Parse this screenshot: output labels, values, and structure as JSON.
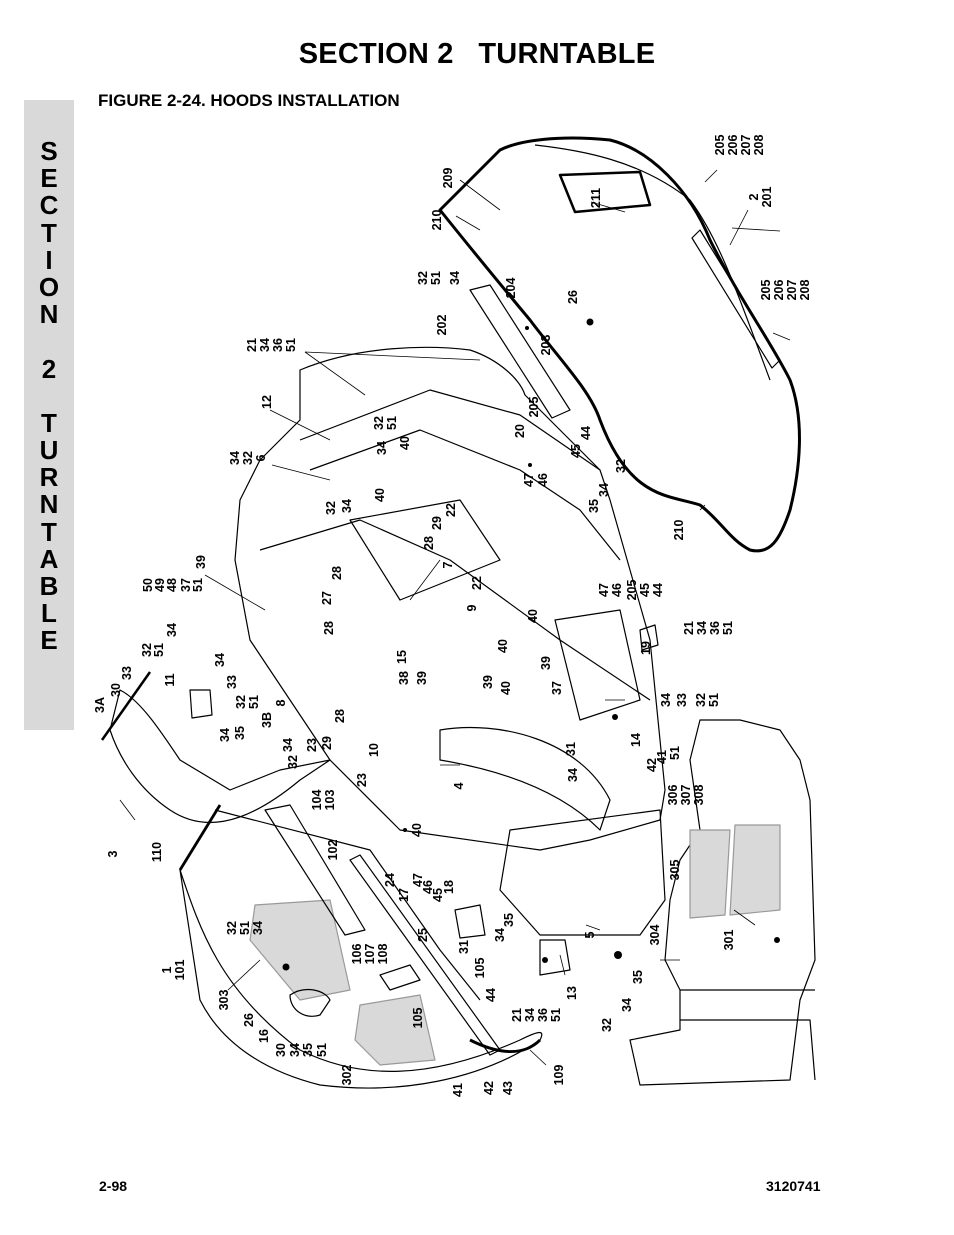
{
  "header": {
    "section_title": "SECTION 2   TURNTABLE"
  },
  "side_tab": {
    "letters": [
      "S",
      "E",
      "C",
      "T",
      "I",
      "O",
      "N",
      "",
      "2",
      "",
      "T",
      "U",
      "R",
      "N",
      "T",
      "A",
      "B",
      "L",
      "E"
    ]
  },
  "figure": {
    "title": "FIGURE 2-24.  HOODS INSTALLATION",
    "callouts": [
      {
        "id": "c209",
        "text": "209"
      },
      {
        "id": "c210a",
        "text": "210"
      },
      {
        "id": "c211",
        "text": "211"
      },
      {
        "id": "c205a",
        "text": "205"
      },
      {
        "id": "c206a",
        "text": "206"
      },
      {
        "id": "c207a",
        "text": "207"
      },
      {
        "id": "c208a",
        "text": "208"
      },
      {
        "id": "c2",
        "text": "2"
      },
      {
        "id": "c201",
        "text": "201"
      },
      {
        "id": "c205b",
        "text": "205"
      },
      {
        "id": "c206b",
        "text": "206"
      },
      {
        "id": "c207b",
        "text": "207"
      },
      {
        "id": "c208b",
        "text": "208"
      },
      {
        "id": "c26a",
        "text": "26"
      },
      {
        "id": "c204",
        "text": "204"
      },
      {
        "id": "c203",
        "text": "203"
      },
      {
        "id": "c202",
        "text": "202"
      },
      {
        "id": "c32a",
        "text": "32"
      },
      {
        "id": "c51a",
        "text": "51"
      },
      {
        "id": "c34a",
        "text": "34"
      },
      {
        "id": "c21a",
        "text": "21"
      },
      {
        "id": "c34b",
        "text": "34"
      },
      {
        "id": "c36a",
        "text": "36"
      },
      {
        "id": "c51b",
        "text": "51"
      },
      {
        "id": "c12",
        "text": "12"
      },
      {
        "id": "c34c",
        "text": "34"
      },
      {
        "id": "c32b",
        "text": "32"
      },
      {
        "id": "c6",
        "text": "6"
      },
      {
        "id": "c32c",
        "text": "32"
      },
      {
        "id": "c51c",
        "text": "51"
      },
      {
        "id": "c34d",
        "text": "34"
      },
      {
        "id": "c40a",
        "text": "40"
      },
      {
        "id": "c205c",
        "text": "205"
      },
      {
        "id": "c20",
        "text": "20"
      },
      {
        "id": "c44a",
        "text": "44"
      },
      {
        "id": "c45a",
        "text": "45"
      },
      {
        "id": "c32d",
        "text": "32"
      },
      {
        "id": "c47a",
        "text": "47"
      },
      {
        "id": "c46a",
        "text": "46"
      },
      {
        "id": "c35a",
        "text": "35"
      },
      {
        "id": "c34e",
        "text": "34"
      },
      {
        "id": "c210b",
        "text": "210"
      },
      {
        "id": "c40b",
        "text": "40"
      },
      {
        "id": "c29a",
        "text": "29"
      },
      {
        "id": "c22a",
        "text": "22"
      },
      {
        "id": "c28a",
        "text": "28"
      },
      {
        "id": "c32e",
        "text": "32"
      },
      {
        "id": "c34f",
        "text": "34"
      },
      {
        "id": "c7",
        "text": "7"
      },
      {
        "id": "c39a",
        "text": "39"
      },
      {
        "id": "c50",
        "text": "50"
      },
      {
        "id": "c49",
        "text": "49"
      },
      {
        "id": "c48",
        "text": "48"
      },
      {
        "id": "c37a",
        "text": "37"
      },
      {
        "id": "c51d",
        "text": "51"
      },
      {
        "id": "c28b",
        "text": "28"
      },
      {
        "id": "c27",
        "text": "27"
      },
      {
        "id": "c22b",
        "text": "22"
      },
      {
        "id": "c9",
        "text": "9"
      },
      {
        "id": "c47b",
        "text": "47"
      },
      {
        "id": "c46b",
        "text": "46"
      },
      {
        "id": "c205d",
        "text": "205"
      },
      {
        "id": "c45b",
        "text": "45"
      },
      {
        "id": "c44b",
        "text": "44"
      },
      {
        "id": "c32f",
        "text": "32"
      },
      {
        "id": "c51e",
        "text": "51"
      },
      {
        "id": "c34g",
        "text": "34"
      },
      {
        "id": "c28c",
        "text": "28"
      },
      {
        "id": "c40c",
        "text": "40"
      },
      {
        "id": "c21b",
        "text": "21"
      },
      {
        "id": "c34h",
        "text": "34"
      },
      {
        "id": "c36b",
        "text": "36"
      },
      {
        "id": "c51f",
        "text": "51"
      },
      {
        "id": "c19",
        "text": "19"
      },
      {
        "id": "c30a",
        "text": "30"
      },
      {
        "id": "c33a",
        "text": "33"
      },
      {
        "id": "c11",
        "text": "11"
      },
      {
        "id": "c34i",
        "text": "34"
      },
      {
        "id": "c33b",
        "text": "33"
      },
      {
        "id": "c15",
        "text": "15"
      },
      {
        "id": "c40d",
        "text": "40"
      },
      {
        "id": "c39b",
        "text": "39"
      },
      {
        "id": "c3A",
        "text": "3A"
      },
      {
        "id": "c32g",
        "text": "32"
      },
      {
        "id": "c51g",
        "text": "51"
      },
      {
        "id": "c38",
        "text": "38"
      },
      {
        "id": "c39c",
        "text": "39"
      },
      {
        "id": "c39d",
        "text": "39"
      },
      {
        "id": "c40e",
        "text": "40"
      },
      {
        "id": "c37b",
        "text": "37"
      },
      {
        "id": "c34j",
        "text": "34"
      },
      {
        "id": "c33c",
        "text": "33"
      },
      {
        "id": "c32h",
        "text": "32"
      },
      {
        "id": "c51h",
        "text": "51"
      },
      {
        "id": "c8",
        "text": "8"
      },
      {
        "id": "c34k",
        "text": "34"
      },
      {
        "id": "c35b",
        "text": "35"
      },
      {
        "id": "c3B",
        "text": "3B"
      },
      {
        "id": "c34l",
        "text": "34"
      },
      {
        "id": "c32i",
        "text": "32"
      },
      {
        "id": "c23a",
        "text": "23"
      },
      {
        "id": "c29b",
        "text": "29"
      },
      {
        "id": "c28d",
        "text": "28"
      },
      {
        "id": "c10",
        "text": "10"
      },
      {
        "id": "c31a",
        "text": "31"
      },
      {
        "id": "c14",
        "text": "14"
      },
      {
        "id": "c34m",
        "text": "34"
      },
      {
        "id": "c42a",
        "text": "42"
      },
      {
        "id": "c41a",
        "text": "41"
      },
      {
        "id": "c51i",
        "text": "51"
      },
      {
        "id": "c4",
        "text": "4"
      },
      {
        "id": "c23b",
        "text": "23"
      },
      {
        "id": "c104",
        "text": "104"
      },
      {
        "id": "c103",
        "text": "103"
      },
      {
        "id": "c3",
        "text": "3"
      },
      {
        "id": "c306",
        "text": "306"
      },
      {
        "id": "c307",
        "text": "307"
      },
      {
        "id": "c308",
        "text": "308"
      },
      {
        "id": "c102",
        "text": "102"
      },
      {
        "id": "c40f",
        "text": "40"
      },
      {
        "id": "c110",
        "text": "110"
      },
      {
        "id": "c305",
        "text": "305"
      },
      {
        "id": "c24",
        "text": "24"
      },
      {
        "id": "c17",
        "text": "17"
      },
      {
        "id": "c47c",
        "text": "47"
      },
      {
        "id": "c46c",
        "text": "46"
      },
      {
        "id": "c45c",
        "text": "45"
      },
      {
        "id": "c18",
        "text": "18"
      },
      {
        "id": "c5",
        "text": "5"
      },
      {
        "id": "c35c",
        "text": "35"
      },
      {
        "id": "c34n",
        "text": "34"
      },
      {
        "id": "c301",
        "text": "301"
      },
      {
        "id": "c106",
        "text": "106"
      },
      {
        "id": "c107",
        "text": "107"
      },
      {
        "id": "c108",
        "text": "108"
      },
      {
        "id": "c25",
        "text": "25"
      },
      {
        "id": "c31b",
        "text": "31"
      },
      {
        "id": "c32j",
        "text": "32"
      },
      {
        "id": "c51j",
        "text": "51"
      },
      {
        "id": "c34o",
        "text": "34"
      },
      {
        "id": "c304",
        "text": "304"
      },
      {
        "id": "c1",
        "text": "1"
      },
      {
        "id": "c101",
        "text": "101"
      },
      {
        "id": "c105a",
        "text": "105"
      },
      {
        "id": "c44c",
        "text": "44"
      },
      {
        "id": "c13",
        "text": "13"
      },
      {
        "id": "c35d",
        "text": "35"
      },
      {
        "id": "c303",
        "text": "303"
      },
      {
        "id": "c21c",
        "text": "21"
      },
      {
        "id": "c34p",
        "text": "34"
      },
      {
        "id": "c36c",
        "text": "36"
      },
      {
        "id": "c51k",
        "text": "51"
      },
      {
        "id": "c34q",
        "text": "34"
      },
      {
        "id": "c32k",
        "text": "32"
      },
      {
        "id": "c26b",
        "text": "26"
      },
      {
        "id": "c105b",
        "text": "105"
      },
      {
        "id": "c16",
        "text": "16"
      },
      {
        "id": "c30b",
        "text": "30"
      },
      {
        "id": "c34r",
        "text": "34"
      },
      {
        "id": "c35e",
        "text": "35"
      },
      {
        "id": "c51l",
        "text": "51"
      },
      {
        "id": "c302",
        "text": "302"
      },
      {
        "id": "c41b",
        "text": "41"
      },
      {
        "id": "c42b",
        "text": "42"
      },
      {
        "id": "c43",
        "text": "43"
      },
      {
        "id": "c109",
        "text": "109"
      }
    ]
  },
  "footer": {
    "page_number": "2-98",
    "document_number": "3120741"
  }
}
